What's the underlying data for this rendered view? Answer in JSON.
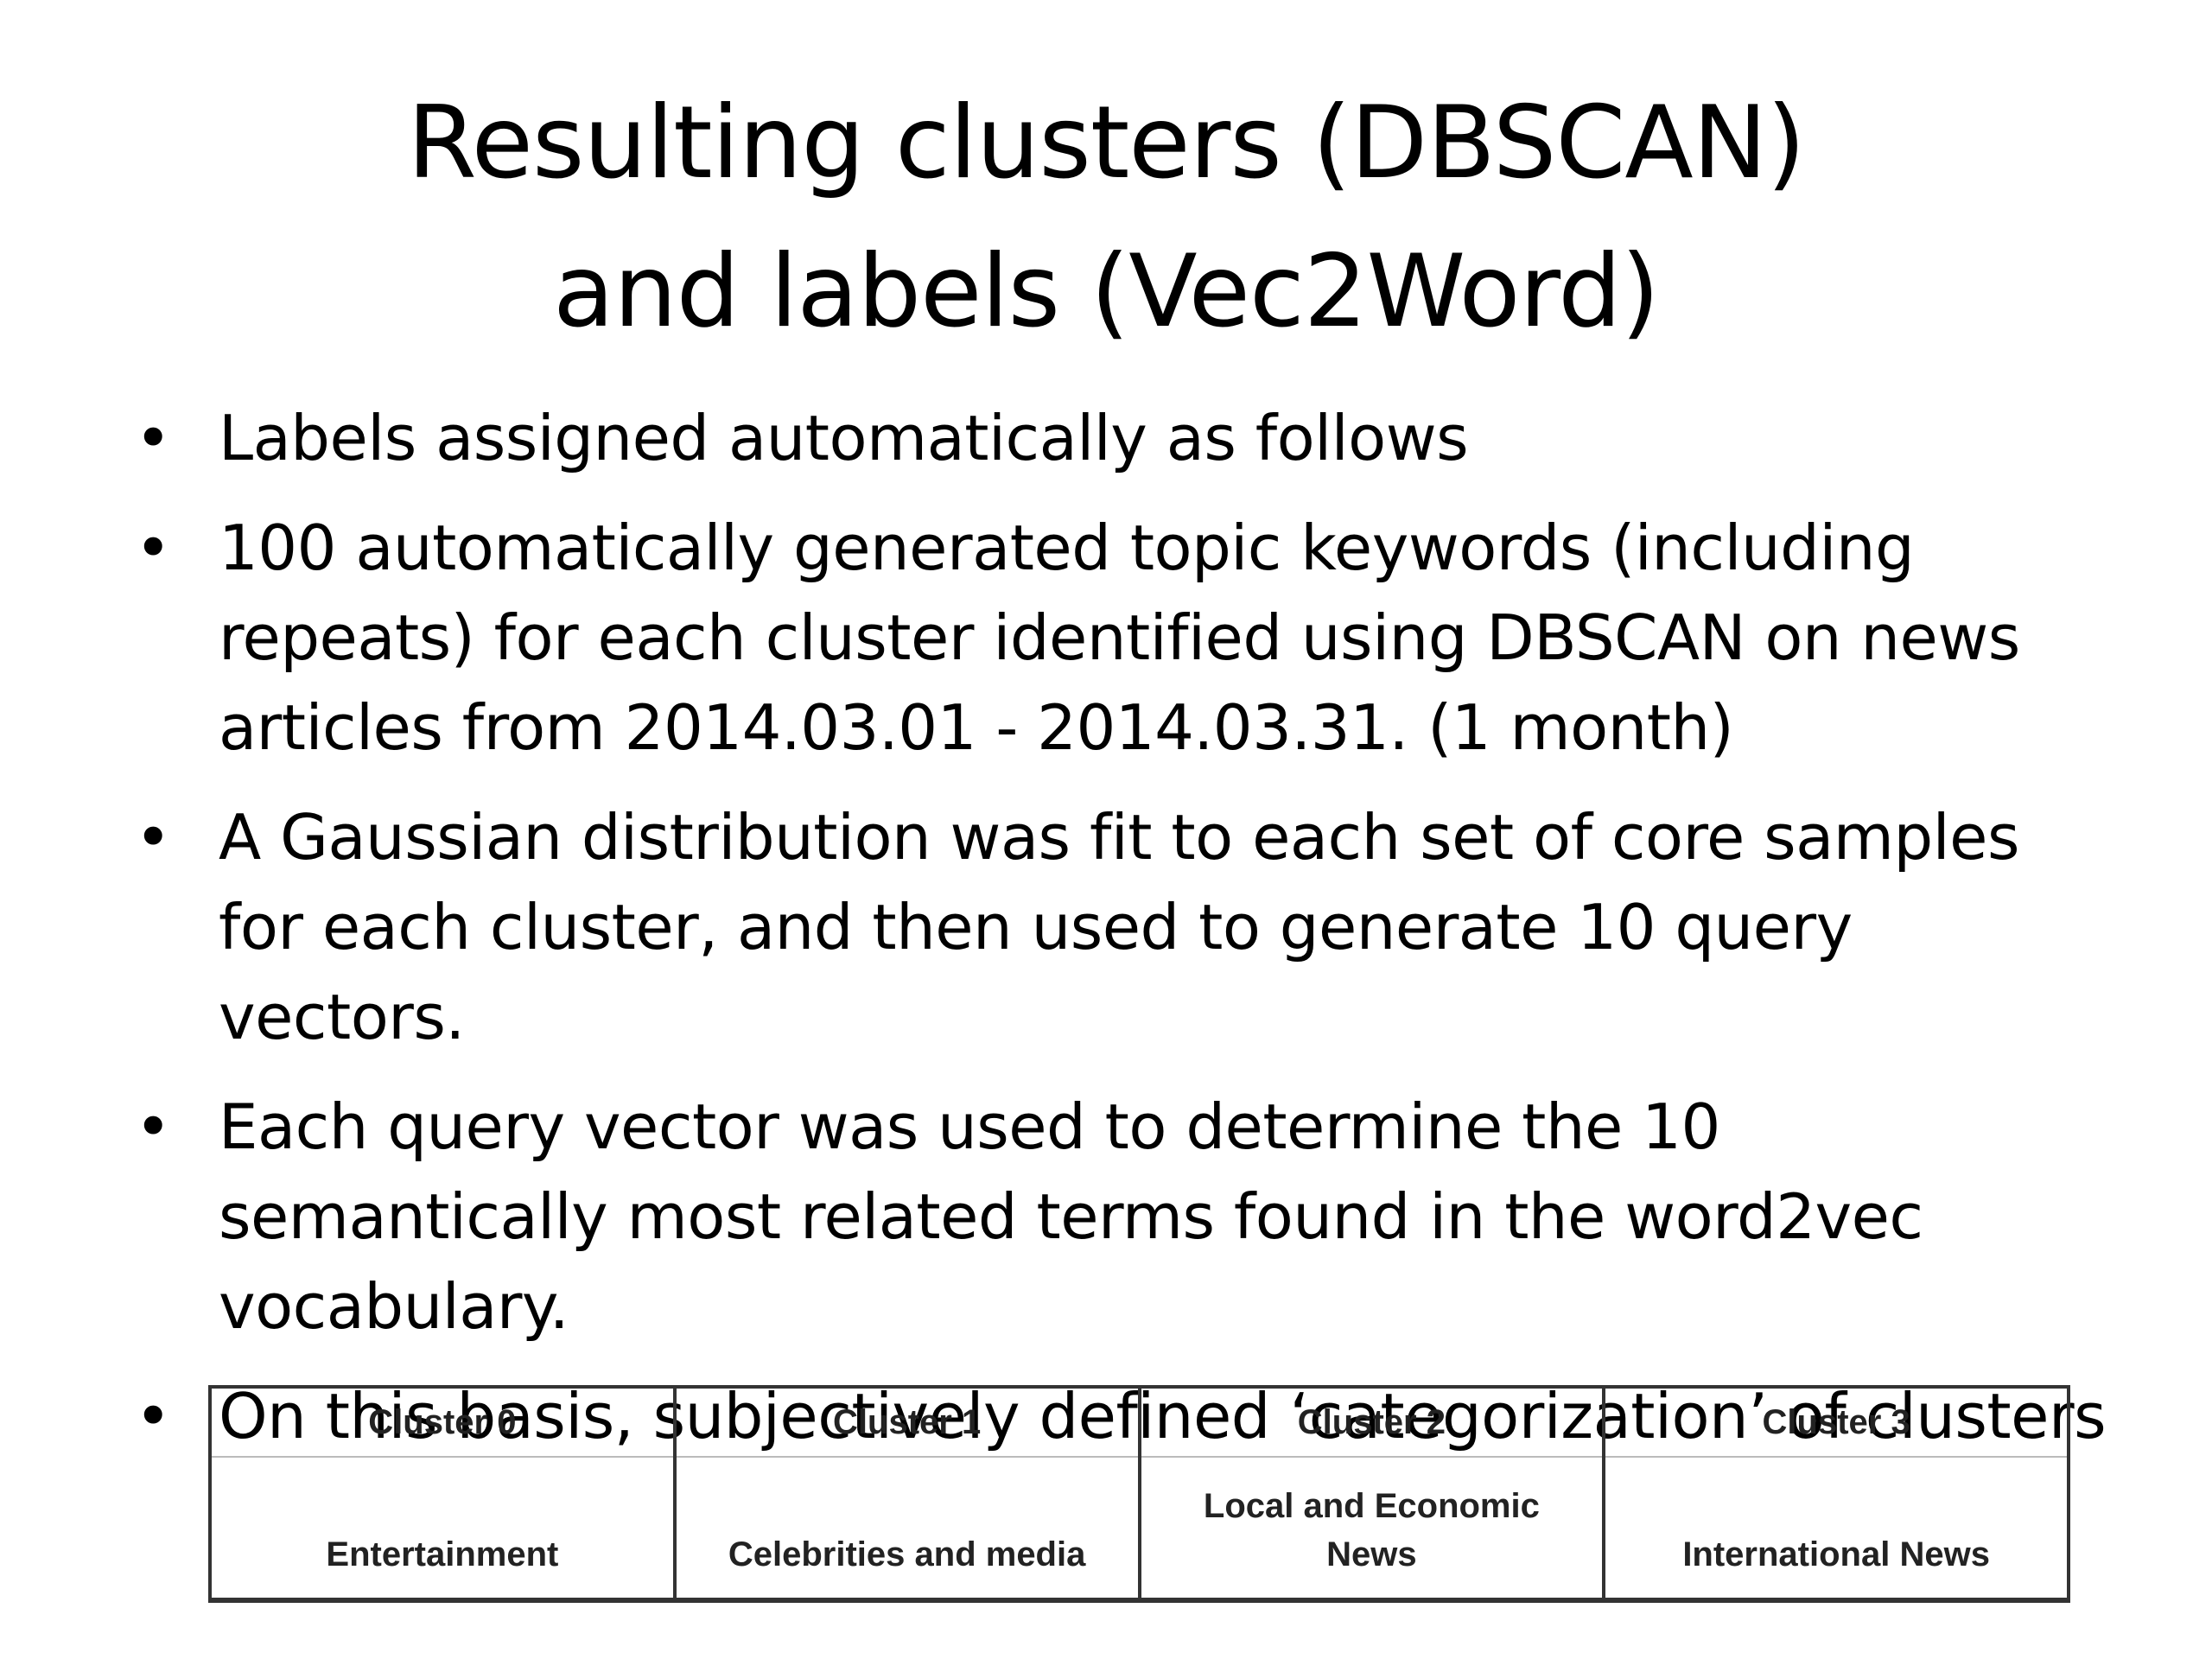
{
  "slide": {
    "title_lines": [
      "Resulting clusters (DBSCAN)",
      "and labels (Vec2Word)"
    ],
    "bullet_char": "•",
    "bullets": [
      "Labels assigned automatically as follows",
      "100 automatically generated topic keywords (including repeats) for each cluster identified using DBSCAN on news articles from 2014.03.01 - 2014.03.31. (1 month)",
      "A Gaussian distribution was fit to each set of core samples for each cluster, and then used to generate 10 query vectors.",
      "Each query vector was used to determine the 10 semantically most related terms found in the word2vec vocabulary.",
      "On this basis, subjectively defined ‘categorization’ of clusters"
    ]
  },
  "table": {
    "headers": [
      "Cluster 0",
      "Cluster 1",
      "Cluster 2",
      "Cluster 3"
    ],
    "labels": [
      [
        "Entertainment"
      ],
      [
        "Celebrities and media"
      ],
      [
        "Local and Economic",
        "News"
      ],
      [
        "International News"
      ]
    ]
  }
}
